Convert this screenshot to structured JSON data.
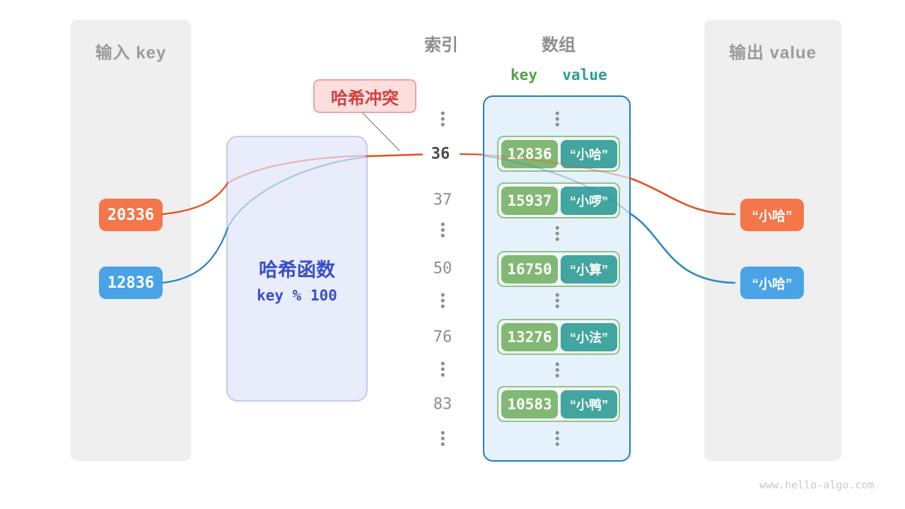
{
  "left_panel": {
    "title": "输入 key",
    "keys": [
      "20336",
      "12836"
    ]
  },
  "hash_box": {
    "title": "哈希函数",
    "formula": "key % 100"
  },
  "collision_label": "哈希冲突",
  "columns": {
    "index_header": "索引",
    "array_header": "数组",
    "key_header": "key",
    "value_header": "value"
  },
  "index_column": [
    "36",
    "37",
    "50",
    "76",
    "83"
  ],
  "highlighted_index": "36",
  "array_rows": [
    {
      "key": "12836",
      "value": "“小哈”"
    },
    {
      "key": "15937",
      "value": "“小啰”"
    },
    {
      "key": "16750",
      "value": "“小算”"
    },
    {
      "key": "13276",
      "value": "“小法”"
    },
    {
      "key": "10583",
      "value": "“小鸭”"
    }
  ],
  "right_panel": {
    "title": "输出 value",
    "outputs": [
      "“小哈”",
      "“小哈”"
    ]
  },
  "watermark": "www.hello-algo.com",
  "colors": {
    "orange": "#f3774b",
    "blue": "#49a3e6",
    "green": "#81b873",
    "teal": "#42a59f",
    "orange_line": "#e2501e",
    "blue_line": "#2e86c4",
    "hash_bg": "#e9ecfb",
    "hash_border": "#c3cbf0",
    "hash_text": "#3b4ec8",
    "collision_bg": "#fbdede",
    "collision_border": "#efa3a3",
    "collision_text": "#d43d3d",
    "panel_bg": "#efeff0",
    "panel_title": "#9b9b9b",
    "col_header": "#8e8e8e",
    "idx": "#8e8e8e",
    "array_bg": "#e6f2fb",
    "array_border": "#2679c2",
    "row_border": "#93c383",
    "key_header": "#55a047",
    "value_header": "#2d9d90"
  }
}
